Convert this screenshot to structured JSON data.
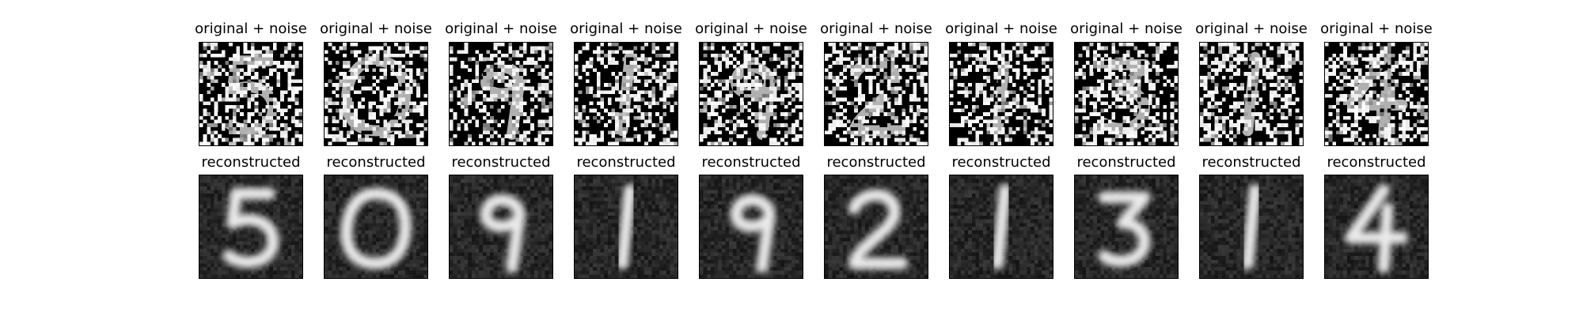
{
  "figure": {
    "noisy_title": "original + noise",
    "reconstructed_title": "reconstructed",
    "colormap": "gray",
    "background": "#ffffff",
    "panels": [
      {
        "digit": "5"
      },
      {
        "digit": "0"
      },
      {
        "digit": "9"
      },
      {
        "digit": "1"
      },
      {
        "digit": "9"
      },
      {
        "digit": "2"
      },
      {
        "digit": "1"
      },
      {
        "digit": "3"
      },
      {
        "digit": "1"
      },
      {
        "digit": "4"
      }
    ]
  }
}
